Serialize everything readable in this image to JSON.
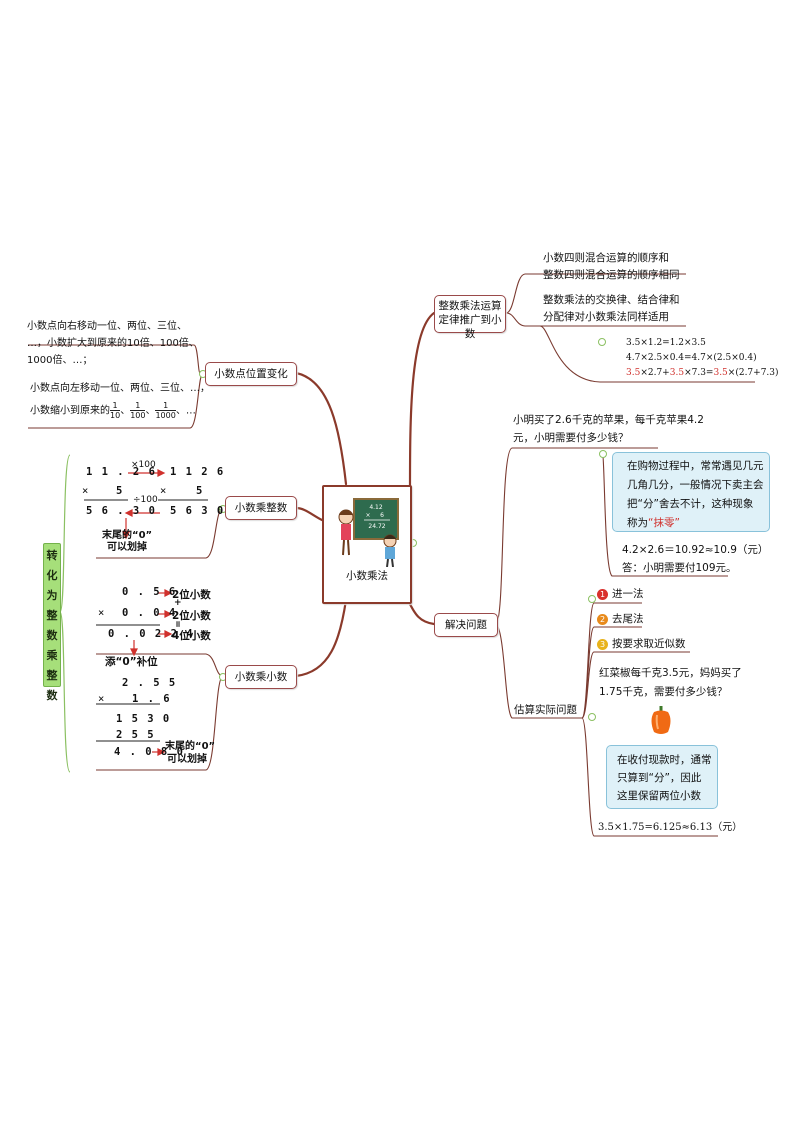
{
  "center": {
    "label": "小数乘法",
    "board_lines": [
      "4.12",
      "×",
      "6",
      "24.72"
    ]
  },
  "left": {
    "decimal_point": {
      "label": "小数点位置变化",
      "right_move": [
        "小数点向右移动一位、两位、三位、",
        "…，小数扩大到原来的10倍、100倍、",
        "1000倍、…；"
      ],
      "left_move_1": "小数点向左移动一位、两位、三位、…，",
      "left_move_2": "小数缩小到原来的",
      "fractions": [
        {
          "num": "1",
          "den": "10"
        },
        {
          "num": "1",
          "den": "100"
        },
        {
          "num": "1",
          "den": "1000"
        }
      ],
      "tail": "…"
    },
    "decimal_times_integer": {
      "label": "小数乘整数",
      "left_calc": [
        "1 1 . 2 6",
        "×",
        "5",
        "5 6 . 3 0"
      ],
      "right_calc": [
        "1 1 2 6",
        "×",
        "5",
        "5 6 3 0"
      ],
      "op_top": "×100",
      "op_bottom": "÷100",
      "note": [
        "末尾的“0”",
        "可以划掉"
      ]
    },
    "decimal_times_decimal": {
      "label": "小数乘小数",
      "calc1": [
        "0 . 5 6",
        "×",
        "0 . 0 4",
        "0 . 0 2 2 4"
      ],
      "digit_notes": [
        "2位小数",
        "2位小数",
        "4位小数"
      ],
      "symbols": [
        "+",
        "="
      ],
      "fill_note": "添“0”补位",
      "calc2": [
        "2 . 5 5",
        "×",
        "1 . 6",
        "1 5 3 0",
        "2 5 5",
        "4 . 0 8 0"
      ],
      "note": [
        "末尾的“0”",
        "可以划掉"
      ]
    },
    "side_label": "转化为整数乘整数"
  },
  "right": {
    "rules": {
      "label": [
        "整数乘法运算",
        "定律推广到小数"
      ],
      "order": [
        "小数四则混合运算的顺序和",
        "整数四则混合运算的顺序相同"
      ],
      "laws": [
        "整数乘法的交换律、结合律和",
        "分配律对小数乘法同样适用"
      ],
      "examples": [
        "3.5×1.2=1.2×3.5",
        "4.7×2.5×0.4=4.7×(2.5×0.4)",
        [
          {
            "t": "3.5",
            "c": "red"
          },
          {
            "t": "×2.7+",
            "c": "black"
          },
          {
            "t": "3.5",
            "c": "red"
          },
          {
            "t": "×7.3=",
            "c": "black"
          },
          {
            "t": "3.5",
            "c": "red"
          },
          {
            "t": "×(2.7+7.3)",
            "c": "black"
          }
        ]
      ]
    },
    "solve": {
      "label": "解决问题",
      "problem": [
        "小明买了2.6千克的苹果，每千克苹果4.2",
        "元，小明需要付多少钱？"
      ],
      "callout": [
        "在购物过程中，常常遇见几元",
        "几角几分，一般情况下卖主会",
        "把“分”舍去不计，这种现象",
        "称为"
      ],
      "callout_term": "“抹零”",
      "answer": [
        "4.2×2.6＝10.92≈10.9（元）",
        "答：小明需要付109元。"
      ],
      "estimate": {
        "label": "估算实际问题",
        "methods": [
          {
            "n": "1",
            "text": "进一法",
            "color": "#d9302c"
          },
          {
            "n": "2",
            "text": "去尾法",
            "color": "#e88a1b"
          },
          {
            "n": "3",
            "text": "按要求取近似数",
            "color": "#e8b21b"
          }
        ],
        "problem": [
          "红菜椒每千克3.5元，妈妈买了",
          "1.75千克，需要付多少钱？"
        ],
        "callout": [
          "在收付现款时，通常",
          "只算到“分”，因此",
          "这里保留两位小数"
        ],
        "answer": "3.5×1.75=6.125≈6.13（元）"
      }
    }
  }
}
